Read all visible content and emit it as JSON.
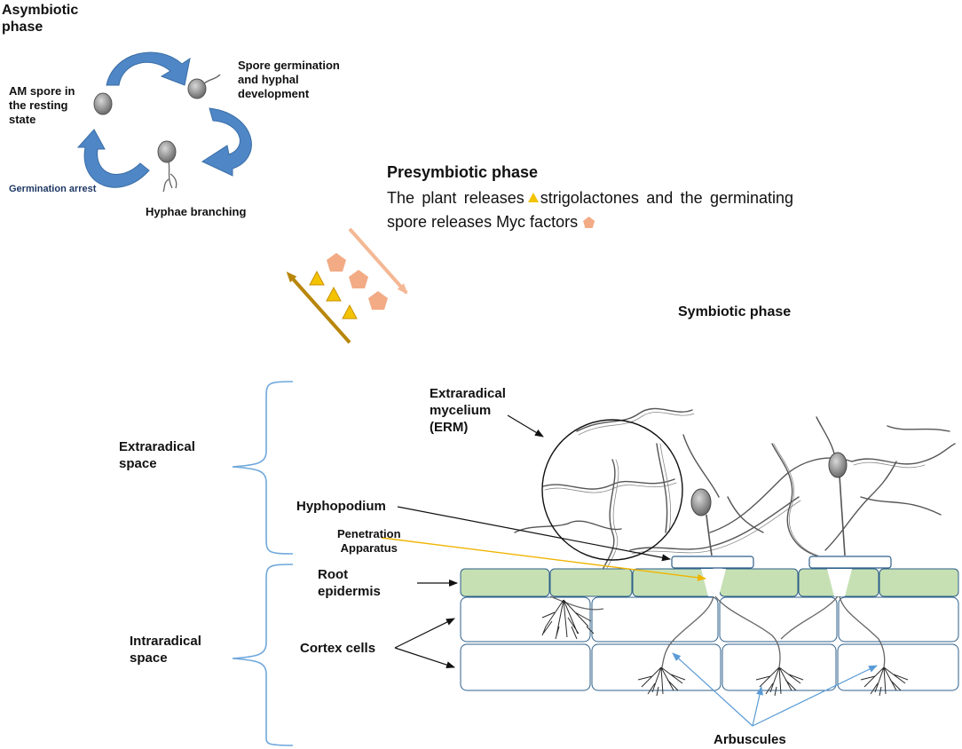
{
  "asymbiotic": {
    "title_line1": "Asymbiotic",
    "title_line2": "phase",
    "spore_rest": [
      "AM spore in",
      "the resting",
      "state"
    ],
    "germination": [
      "Spore germination",
      "and hyphal",
      "development"
    ],
    "branching": "Hyphae branching",
    "arrest": "Germination arrest"
  },
  "presymbiotic": {
    "title": "Presymbiotic phase",
    "text_a": "The plant releases",
    "text_b": "strigolactones and the germinating spore releases Myc factors"
  },
  "symbiotic": {
    "title": "Symbiotic phase",
    "extraradical_space": [
      "Extraradical",
      "space"
    ],
    "intraradical_space": [
      "Intraradical",
      "space"
    ],
    "erm": [
      "Extraradical",
      "mycelium",
      "(ERM)"
    ],
    "hyphopodium": "Hyphopodium",
    "penetration": [
      "Penetration",
      "Apparatus"
    ],
    "root_epidermis": [
      "Root",
      "epidermis"
    ],
    "cortex": "Cortex cells",
    "arbuscules": "Arbuscules"
  },
  "colors": {
    "cycle_arrow": "#4f86c6",
    "epidermis": "#c6e0b4",
    "cell_border": "#2e5f8a",
    "strigolactone": "#f3c300",
    "myc_factor": "#f2ab85",
    "plant_arrow": "#b8860b",
    "fungal_arrow": "#f4b894",
    "brace": "#6fa8dc",
    "penetration_line": "#f0b400",
    "arbuscule_pointer": "#5b9bd5",
    "arrest_text": "#1f3864"
  }
}
